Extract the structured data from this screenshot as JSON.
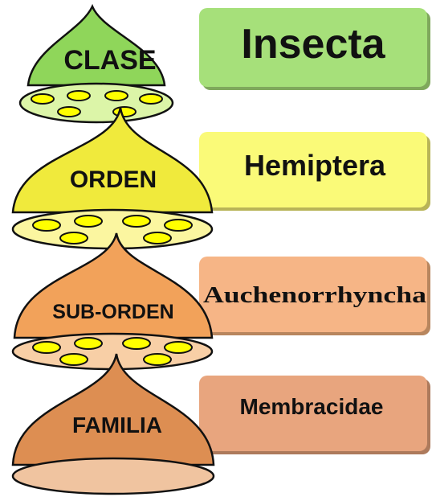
{
  "levels": [
    {
      "rank": "CLASE",
      "taxon": "Insecta",
      "bell_color": "#8fd65a",
      "dish_color": "#dcf5a8",
      "box_color": "#a6e07a",
      "box_shadow": "#7fa85c"
    },
    {
      "rank": "ORDEN",
      "taxon": "Hemiptera",
      "bell_color": "#f0ea3c",
      "dish_color": "#fbf6a0",
      "box_color": "#fafa78",
      "box_shadow": "#b8b457"
    },
    {
      "rank": "SUB-ORDEN",
      "taxon": "Auchenorrhyncha",
      "bell_color": "#f2a25a",
      "dish_color": "#f8cfa6",
      "box_color": "#f6b586",
      "box_shadow": "#b8865e"
    },
    {
      "rank": "FAMILIA",
      "taxon": "Membracidae",
      "bell_color": "#dd8e52",
      "dish_color": "#f0c4a0",
      "box_color": "#e8a57e",
      "box_shadow": "#ad7a5c"
    }
  ],
  "colors": {
    "outline": "#111111",
    "pod": "#ffff00"
  }
}
